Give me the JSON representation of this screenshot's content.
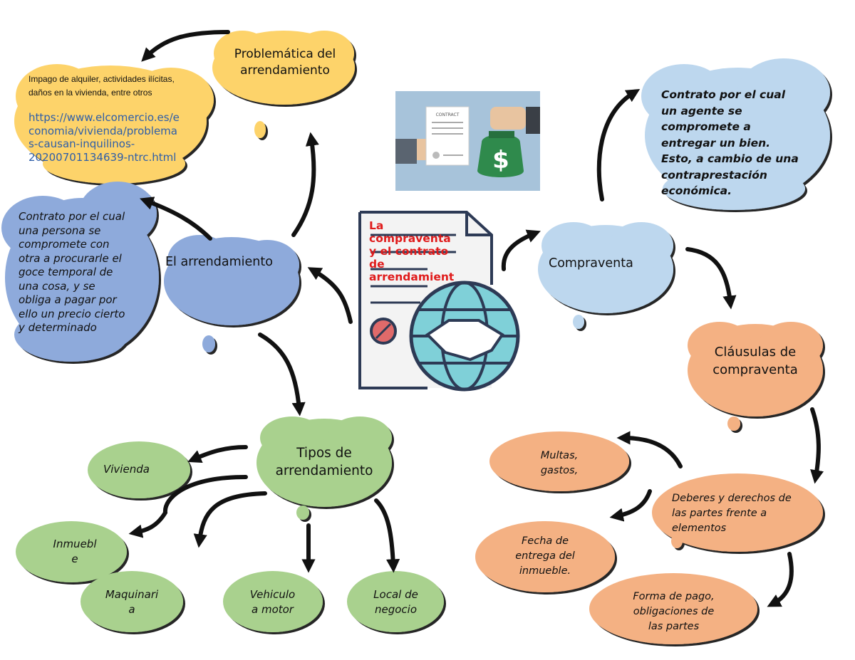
{
  "center": {
    "title": "La\ncompraventa\ny el contrato\nde\narrendamient",
    "contract_label": "CONTRACT"
  },
  "left": {
    "problem_title": "Problemática del\narrendamiento",
    "problem_text": "Impago de alquiler, actividades ilícitas,\ndaños en la vivienda, entre otros",
    "problem_link": "https://www.elcomercio.es/e\nconomia/vivienda/problema\ns-causan-inquilinos-\n20200701134639-ntrc.html",
    "arr_title": "El arrendamiento",
    "arr_def": "Contrato por el cual\nuna persona se\ncompromete con\notra a procurarle el\ngoce temporal de\nuna cosa, y se\nobliga a pagar por\nello un precio cierto\ny determinado",
    "tipos_title": "Tipos de\narrendamiento",
    "tipos": [
      "Vivienda",
      "Inmuebl\ne",
      "Maquinari\na",
      "Vehiculo\na motor",
      "Local de\nnegocio"
    ]
  },
  "right": {
    "comp_title": "Compraventa",
    "comp_def": "Contrato por el cual\nun agente se\ncompromete a\nentregar un bien.\nEsto, a cambio de una\ncontraprestación\neconómica.",
    "clausulas_title": "Cláusulas de\ncompraventa",
    "deberes": "Deberes y derechos de\nlas partes frente a\nelementos",
    "multas": "Multas,\ngastos,",
    "fecha": "Fecha de\nentrega del\ninmueble.",
    "forma": "Forma de pago,\nobligaciones de\nlas partes"
  },
  "colors": {
    "yellow": "#fdd36b",
    "blue_dark": "#8eaadb",
    "blue_light": "#bdd7ee",
    "green": "#a9d18e",
    "orange": "#f4b183",
    "link": "#2e5ea8",
    "title_red": "#e01b1b",
    "arrow": "#111111"
  },
  "icons": [
    "handshake-globe-icon",
    "dollar-bag-icon",
    "contract-icon"
  ]
}
